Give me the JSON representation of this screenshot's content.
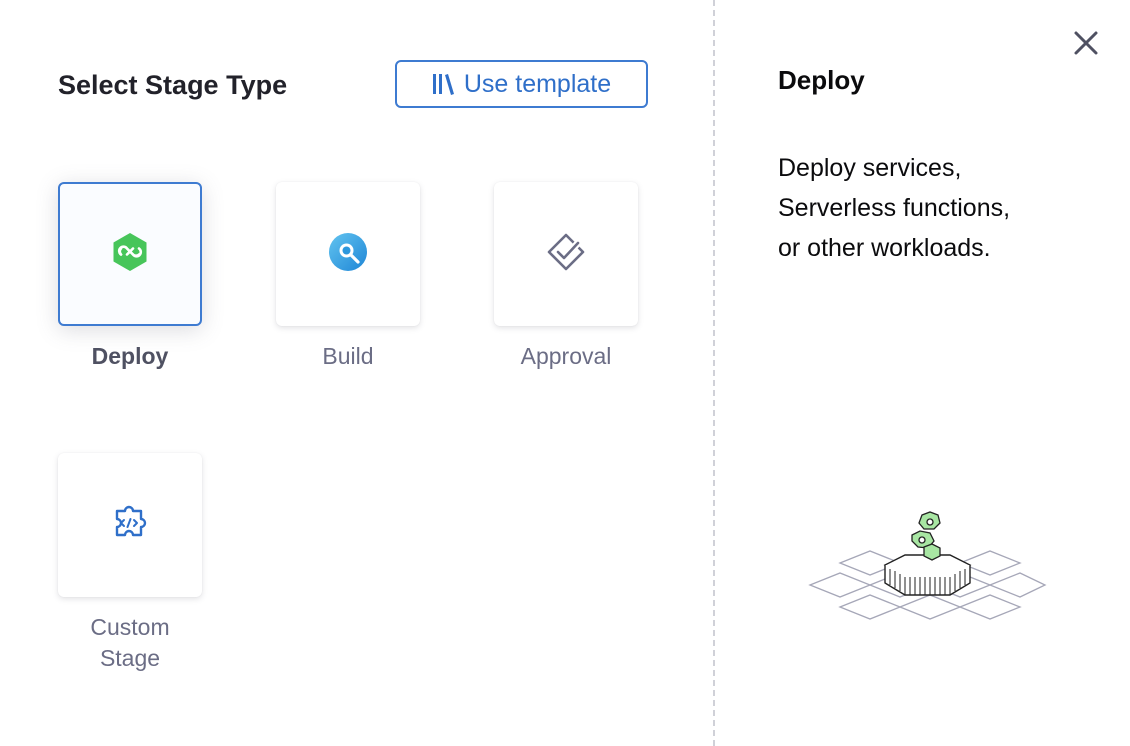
{
  "dialog": {
    "title": "Select Stage Type",
    "template_button_label": "Use template",
    "template_icon": "template-library-icon",
    "close_icon": "close-icon"
  },
  "stages": [
    {
      "label": "Deploy",
      "icon": "deploy-icon",
      "selected": true
    },
    {
      "label": "Build",
      "icon": "build-icon",
      "selected": false
    },
    {
      "label": "Approval",
      "icon": "approval-icon",
      "selected": false
    },
    {
      "label": "Custom\nStage",
      "icon": "custom-stage-icon",
      "selected": false
    }
  ],
  "detail": {
    "title": "Deploy",
    "description": "Deploy services,\nServerless functions,\nor other workloads.",
    "illustration": "deploy-illustration"
  },
  "colors": {
    "accent": "#3e7bd1",
    "deploy_green": "#47c55a",
    "build_blue": "#2c97dd",
    "muted_text": "#6b6d85"
  }
}
